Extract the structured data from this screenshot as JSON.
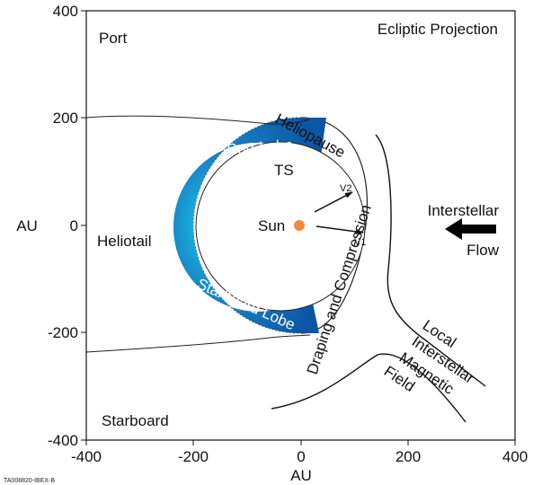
{
  "axes": {
    "x_ticks": [
      "-400",
      "-200",
      "0",
      "200",
      "400"
    ],
    "y_ticks": [
      "400",
      "200",
      "0",
      "-200",
      "-400"
    ],
    "x_label": "AU",
    "y_label": "AU",
    "x_range": [
      -400,
      400
    ],
    "y_range": [
      -400,
      400
    ]
  },
  "labels": {
    "port": "Port",
    "starboard": "Starboard",
    "projection": "Ecliptic Projection",
    "heliotail": "Heliotail",
    "heliopause": "Heliopause",
    "port_lobe": "Port Lobe",
    "starboard_lobe": "Starboard Lobe",
    "ts": "TS",
    "sun": "Sun",
    "v1": "V1",
    "v2": "V2",
    "draping": "Draping and Compression",
    "interstellar": "Interstellar",
    "flow": "Flow",
    "field_1": "Local",
    "field_2": "Interstellar",
    "field_3": "Magnetic",
    "field_4": "Field",
    "footer": "TA008820-IBEX-B"
  },
  "colors": {
    "lobe_outer": "#0b55a3",
    "lobe_mid": "#1a86c8",
    "lobe_inner": "#12d6ee",
    "sun": "#f08a3a",
    "line": "#222222"
  }
}
